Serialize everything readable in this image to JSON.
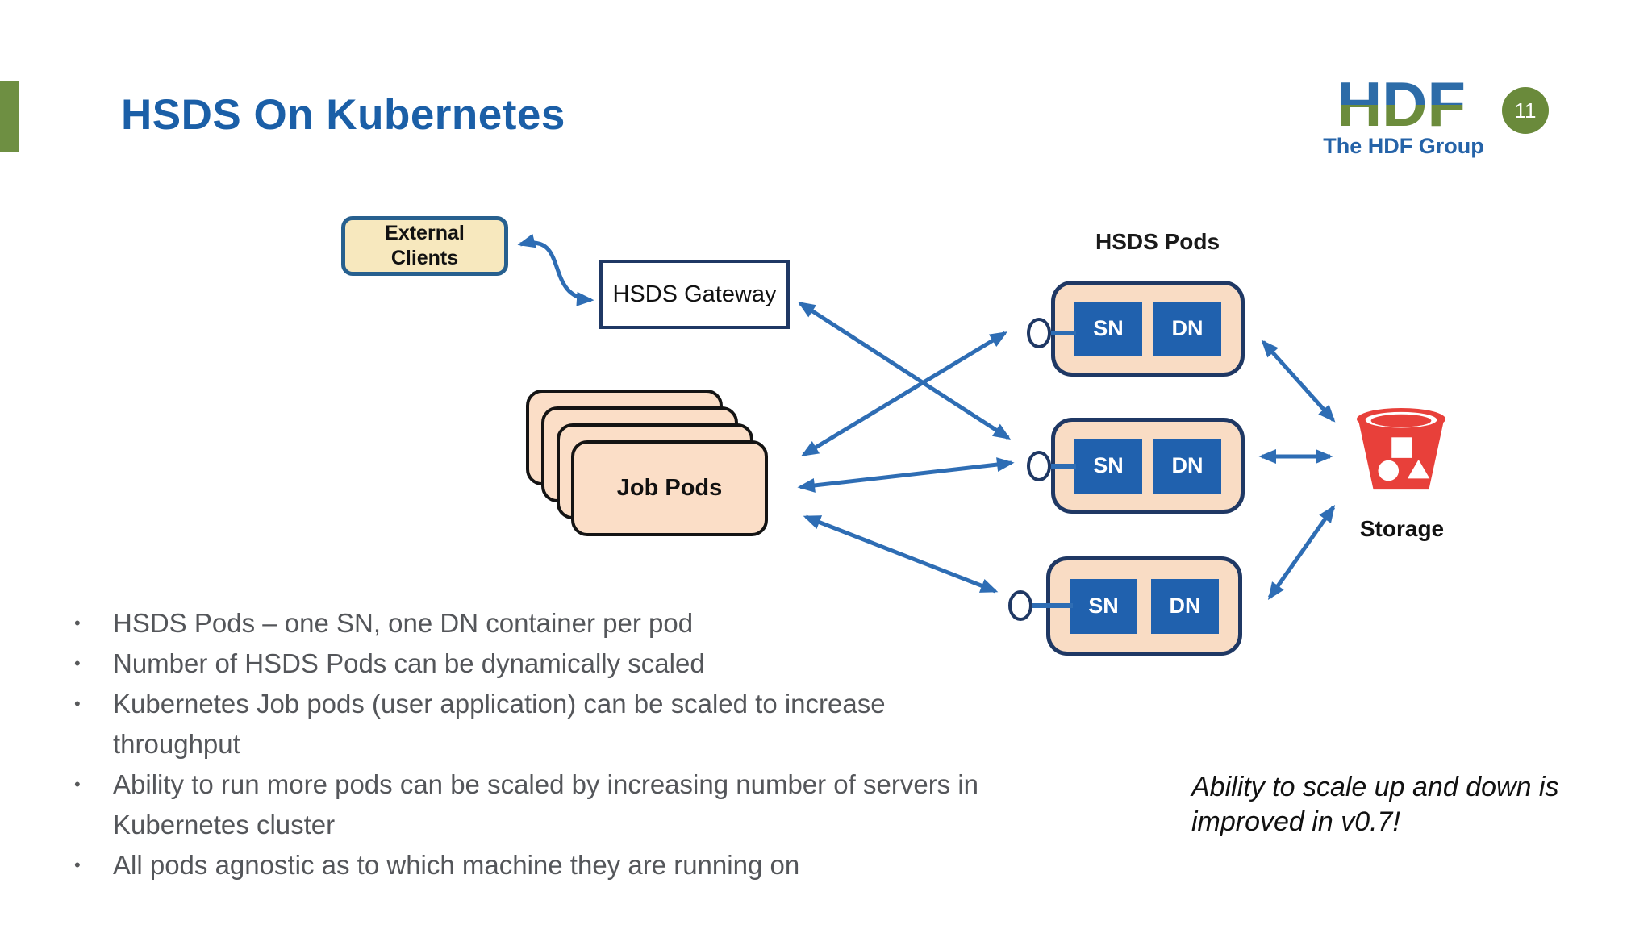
{
  "slide": {
    "title": "HSDS On Kubernetes",
    "page_number": "11",
    "logo_text": "HDF",
    "logo_caption": "The HDF Group"
  },
  "diagram": {
    "external_clients_label": "External\nClients",
    "gateway_label": "HSDS Gateway",
    "pods_group_label": "HSDS Pods",
    "job_pods_label": "Job Pods",
    "pods": [
      {
        "sn": "SN",
        "dn": "DN"
      },
      {
        "sn": "SN",
        "dn": "DN"
      },
      {
        "sn": "SN",
        "dn": "DN"
      }
    ],
    "storage_label": "Storage"
  },
  "bullets": [
    "HSDS Pods – one SN, one DN container per pod",
    "Number of HSDS Pods can be dynamically scaled",
    "Kubernetes Job pods (user application) can be scaled to increase\nthroughput",
    "Ability to run more pods can be scaled by increasing number of servers in\nKubernetes cluster",
    "All pods agnostic as to which machine they are running on"
  ],
  "note": "Ability to scale up and down is\nimproved in v0.7!",
  "colors": {
    "title_blue": "#1B5FA7",
    "arrow_blue": "#2E6DB4",
    "pod_fill": "#F9DCC4",
    "pod_border": "#1F3864",
    "container_blue": "#2061AE",
    "bucket_red": "#E8403A",
    "olive_green": "#6A8A3B",
    "clients_yellow": "#F7E8BE"
  }
}
